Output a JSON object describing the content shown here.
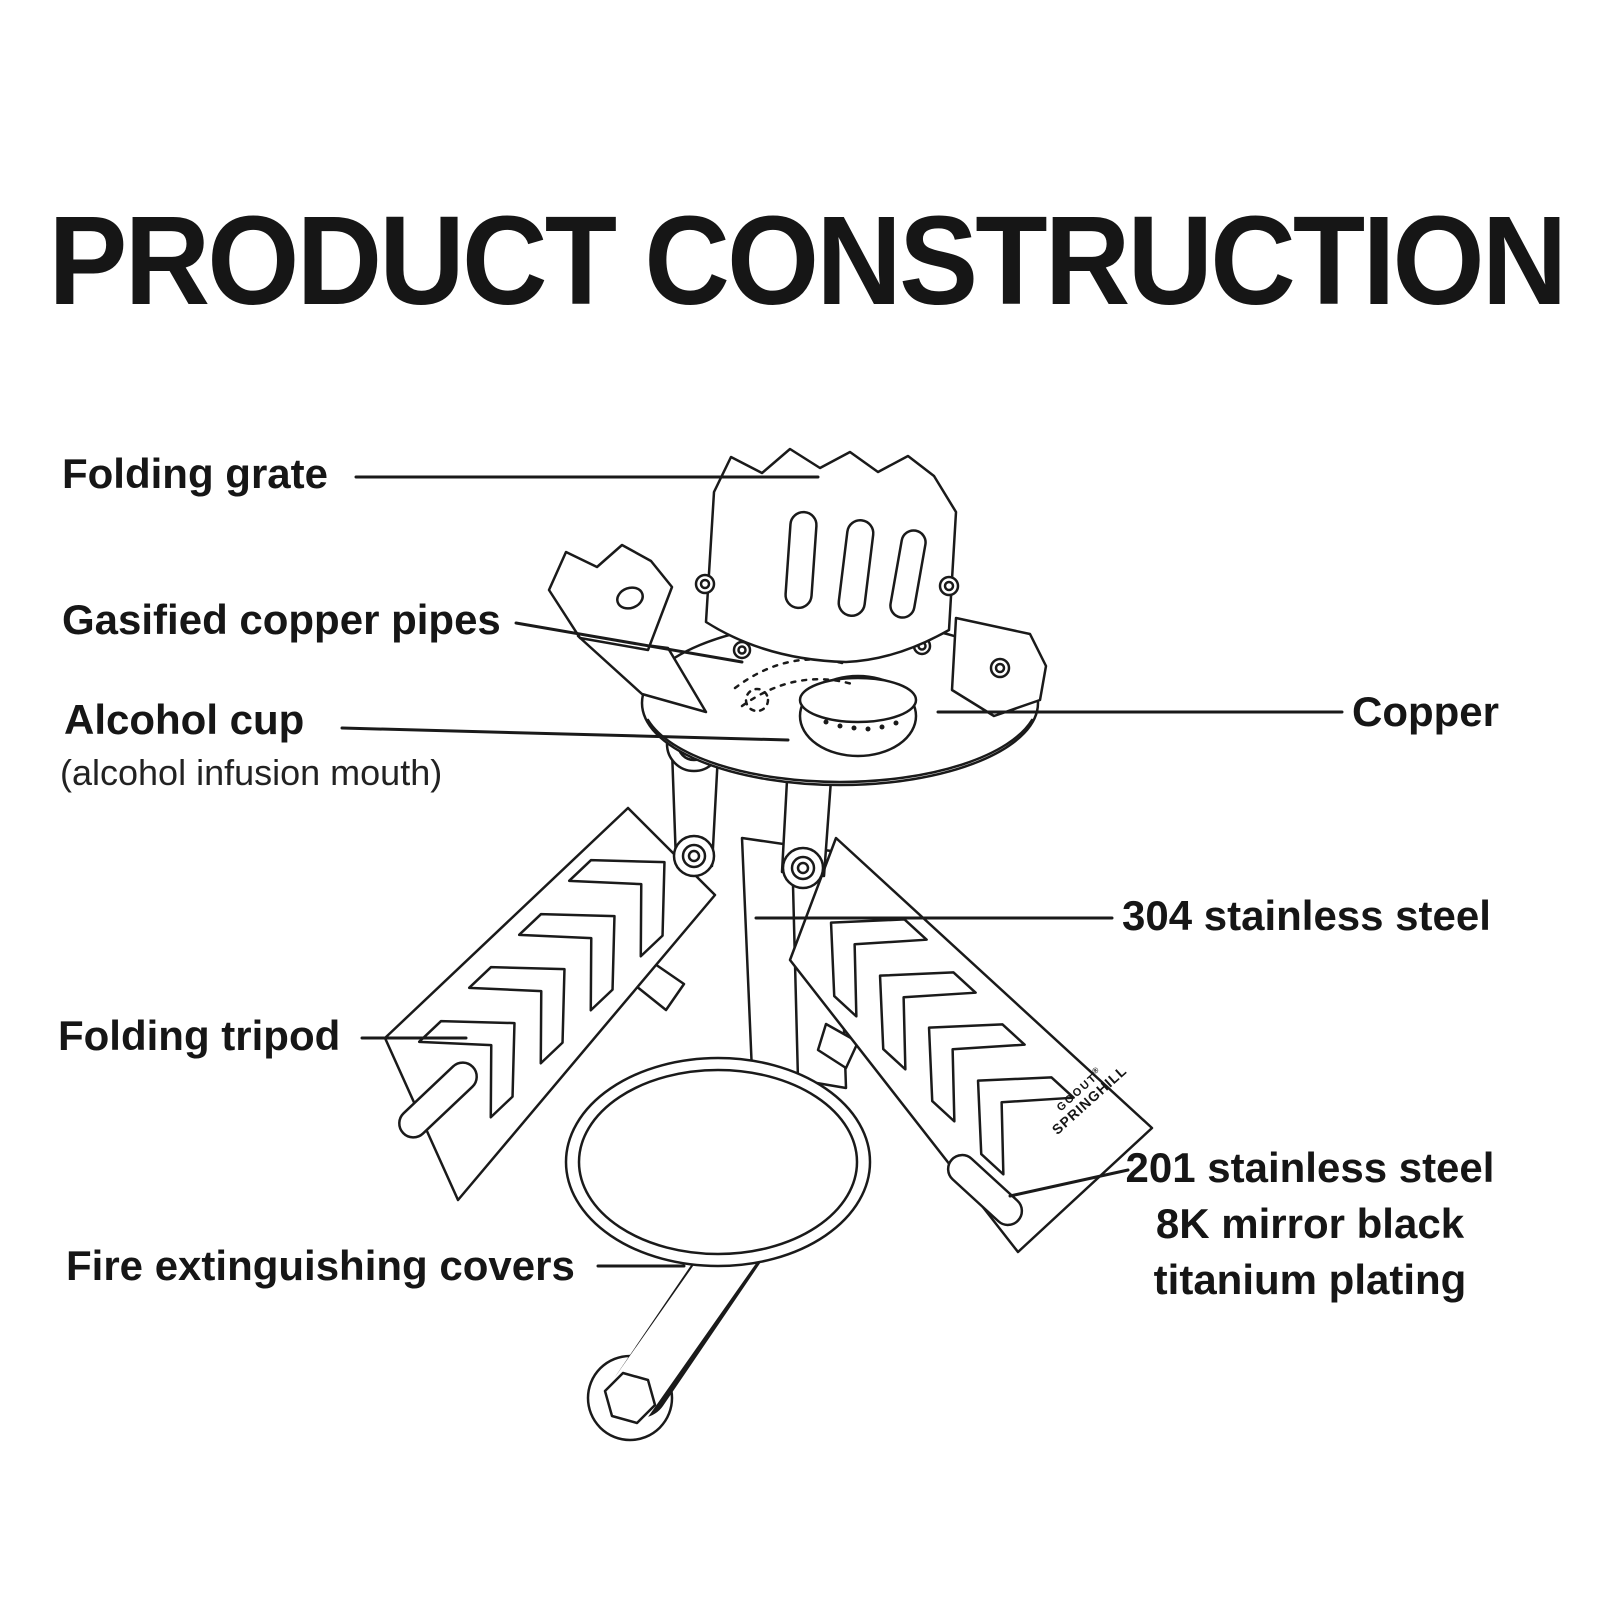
{
  "page": {
    "title": "PRODUCT CONSTRUCTION"
  },
  "labels": {
    "folding_grate": "Folding grate",
    "gasified_copper_pipes": "Gasified copper pipes",
    "alcohol_cup": "Alcohol cup",
    "alcohol_cup_sub": "(alcohol infusion mouth)",
    "folding_tripod": "Folding tripod",
    "fire_extinguishing_covers": "Fire extinguishing covers",
    "copper": "Copper",
    "stainless_304": "304 stainless steel",
    "stainless_201_line1": "201 stainless steel",
    "stainless_201_line2": "8K mirror black",
    "stainless_201_line3": "titanium plating"
  },
  "brand": {
    "line1": "GOOUT",
    "line2": "SPRINGHILL",
    "registered": "®"
  },
  "colors": {
    "ink": "#1a1a1a",
    "background": "#ffffff"
  }
}
